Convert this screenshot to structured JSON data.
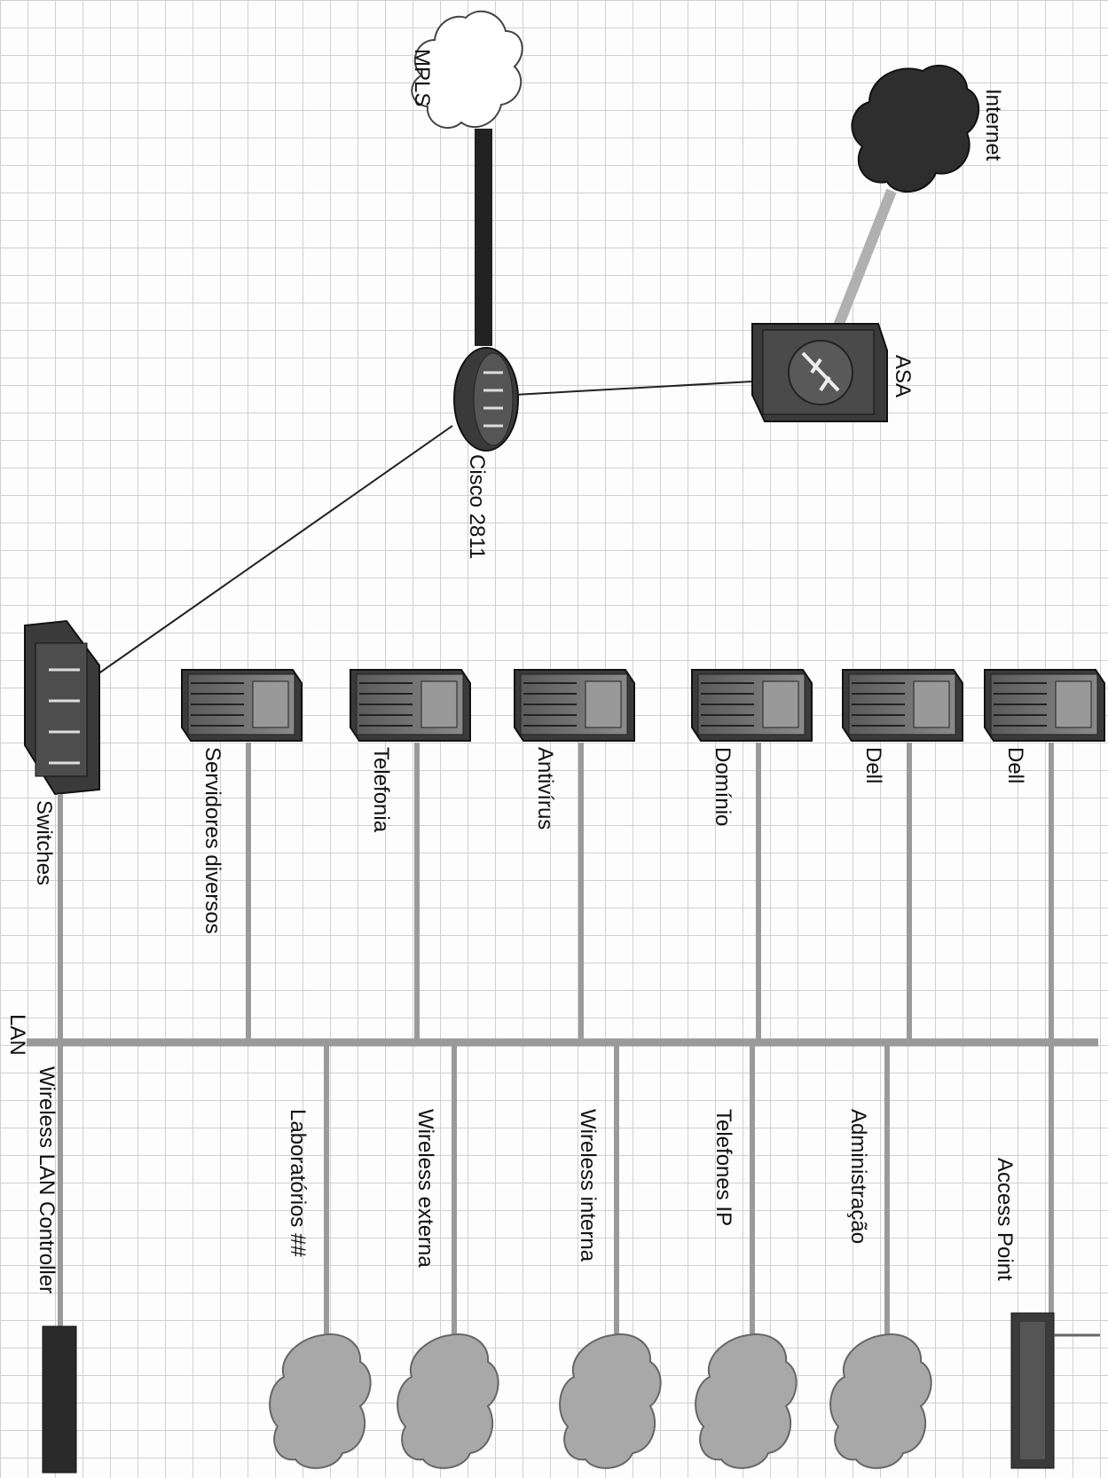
{
  "nodes": {
    "mpls": "MPLS",
    "internet": "Internet",
    "asa": "ASA",
    "router": "Cisco 2811",
    "switches": "Switches",
    "lan": "LAN",
    "servers": [
      "Servidores diversos",
      "Telefonia",
      "Antivírus",
      "Domínio",
      "Dell",
      "Dell"
    ],
    "segments": [
      "Laboratórios ##",
      "Wireless externa",
      "Wireless interna",
      "Telefones IP",
      "Administração"
    ],
    "wlc": "Wireless LAN Controller",
    "ap": "Access Point"
  },
  "colors": {
    "grid": "#d0d0d0",
    "lan_bus": "#9a9a9a",
    "cloud_gray": "#a8a8a8",
    "internet_cloud": "#2e2e2e",
    "device_dark": "#3a3a3a"
  }
}
